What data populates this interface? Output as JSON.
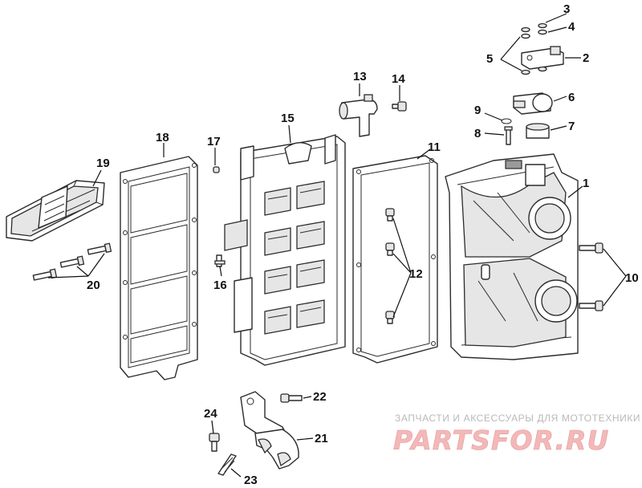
{
  "diagram": {
    "callouts": [
      "1",
      "2",
      "3",
      "4",
      "5",
      "6",
      "7",
      "8",
      "9",
      "10",
      "11",
      "12",
      "13",
      "14",
      "15",
      "16",
      "17",
      "18",
      "19",
      "20",
      "21",
      "22",
      "23",
      "24"
    ],
    "parts": {
      "1": "reed-block-housing",
      "2": "sensor-bracket",
      "3": "o-ring",
      "4": "washer",
      "5": "seal",
      "6": "actuator",
      "7": "sleeve",
      "8": "pin",
      "9": "clip",
      "10": "bolt",
      "11": "gasket",
      "12": "bolt",
      "13": "elbow-fitting",
      "14": "screw",
      "15": "reed-plate",
      "16": "fitting",
      "17": "plug",
      "18": "gasket",
      "19": "air-intake",
      "20": "screw",
      "21": "linkage-bracket",
      "22": "screw",
      "23": "spring-clip",
      "24": "screw"
    }
  },
  "watermark": {
    "tagline": "ЗАПЧАСТИ И АКСЕССУАРЫ ДЛЯ МОТОТЕХНИКИ",
    "logo": "PARTSFOR.RU"
  }
}
